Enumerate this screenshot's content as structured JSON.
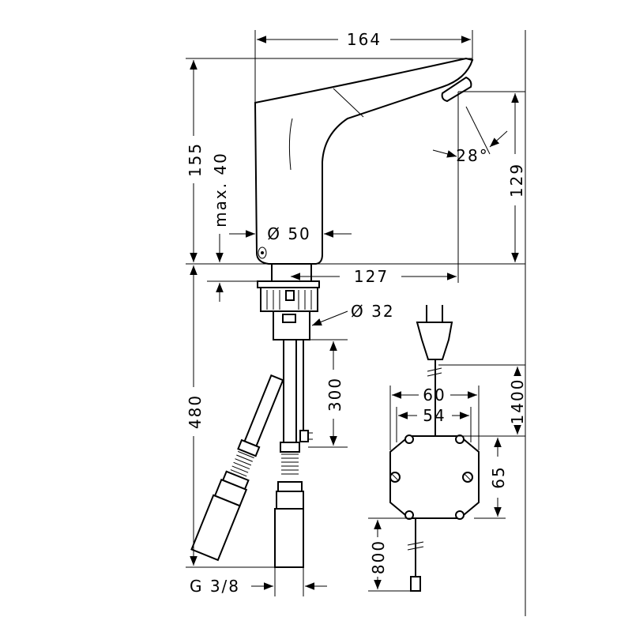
{
  "dimensions": {
    "width_top": "164",
    "height_155": "155",
    "max_40": "max. 40",
    "diameter_50": "Ø 50",
    "height_129": "129",
    "angle_28": "28°",
    "reach_127": "127",
    "diameter_32": "Ø 32",
    "length_480": "480",
    "length_300": "300",
    "box_60": "60",
    "box_54": "54",
    "cable_1400": "1400",
    "box_65": "65",
    "cable_800": "800",
    "thread_g38": "G 3/8"
  }
}
